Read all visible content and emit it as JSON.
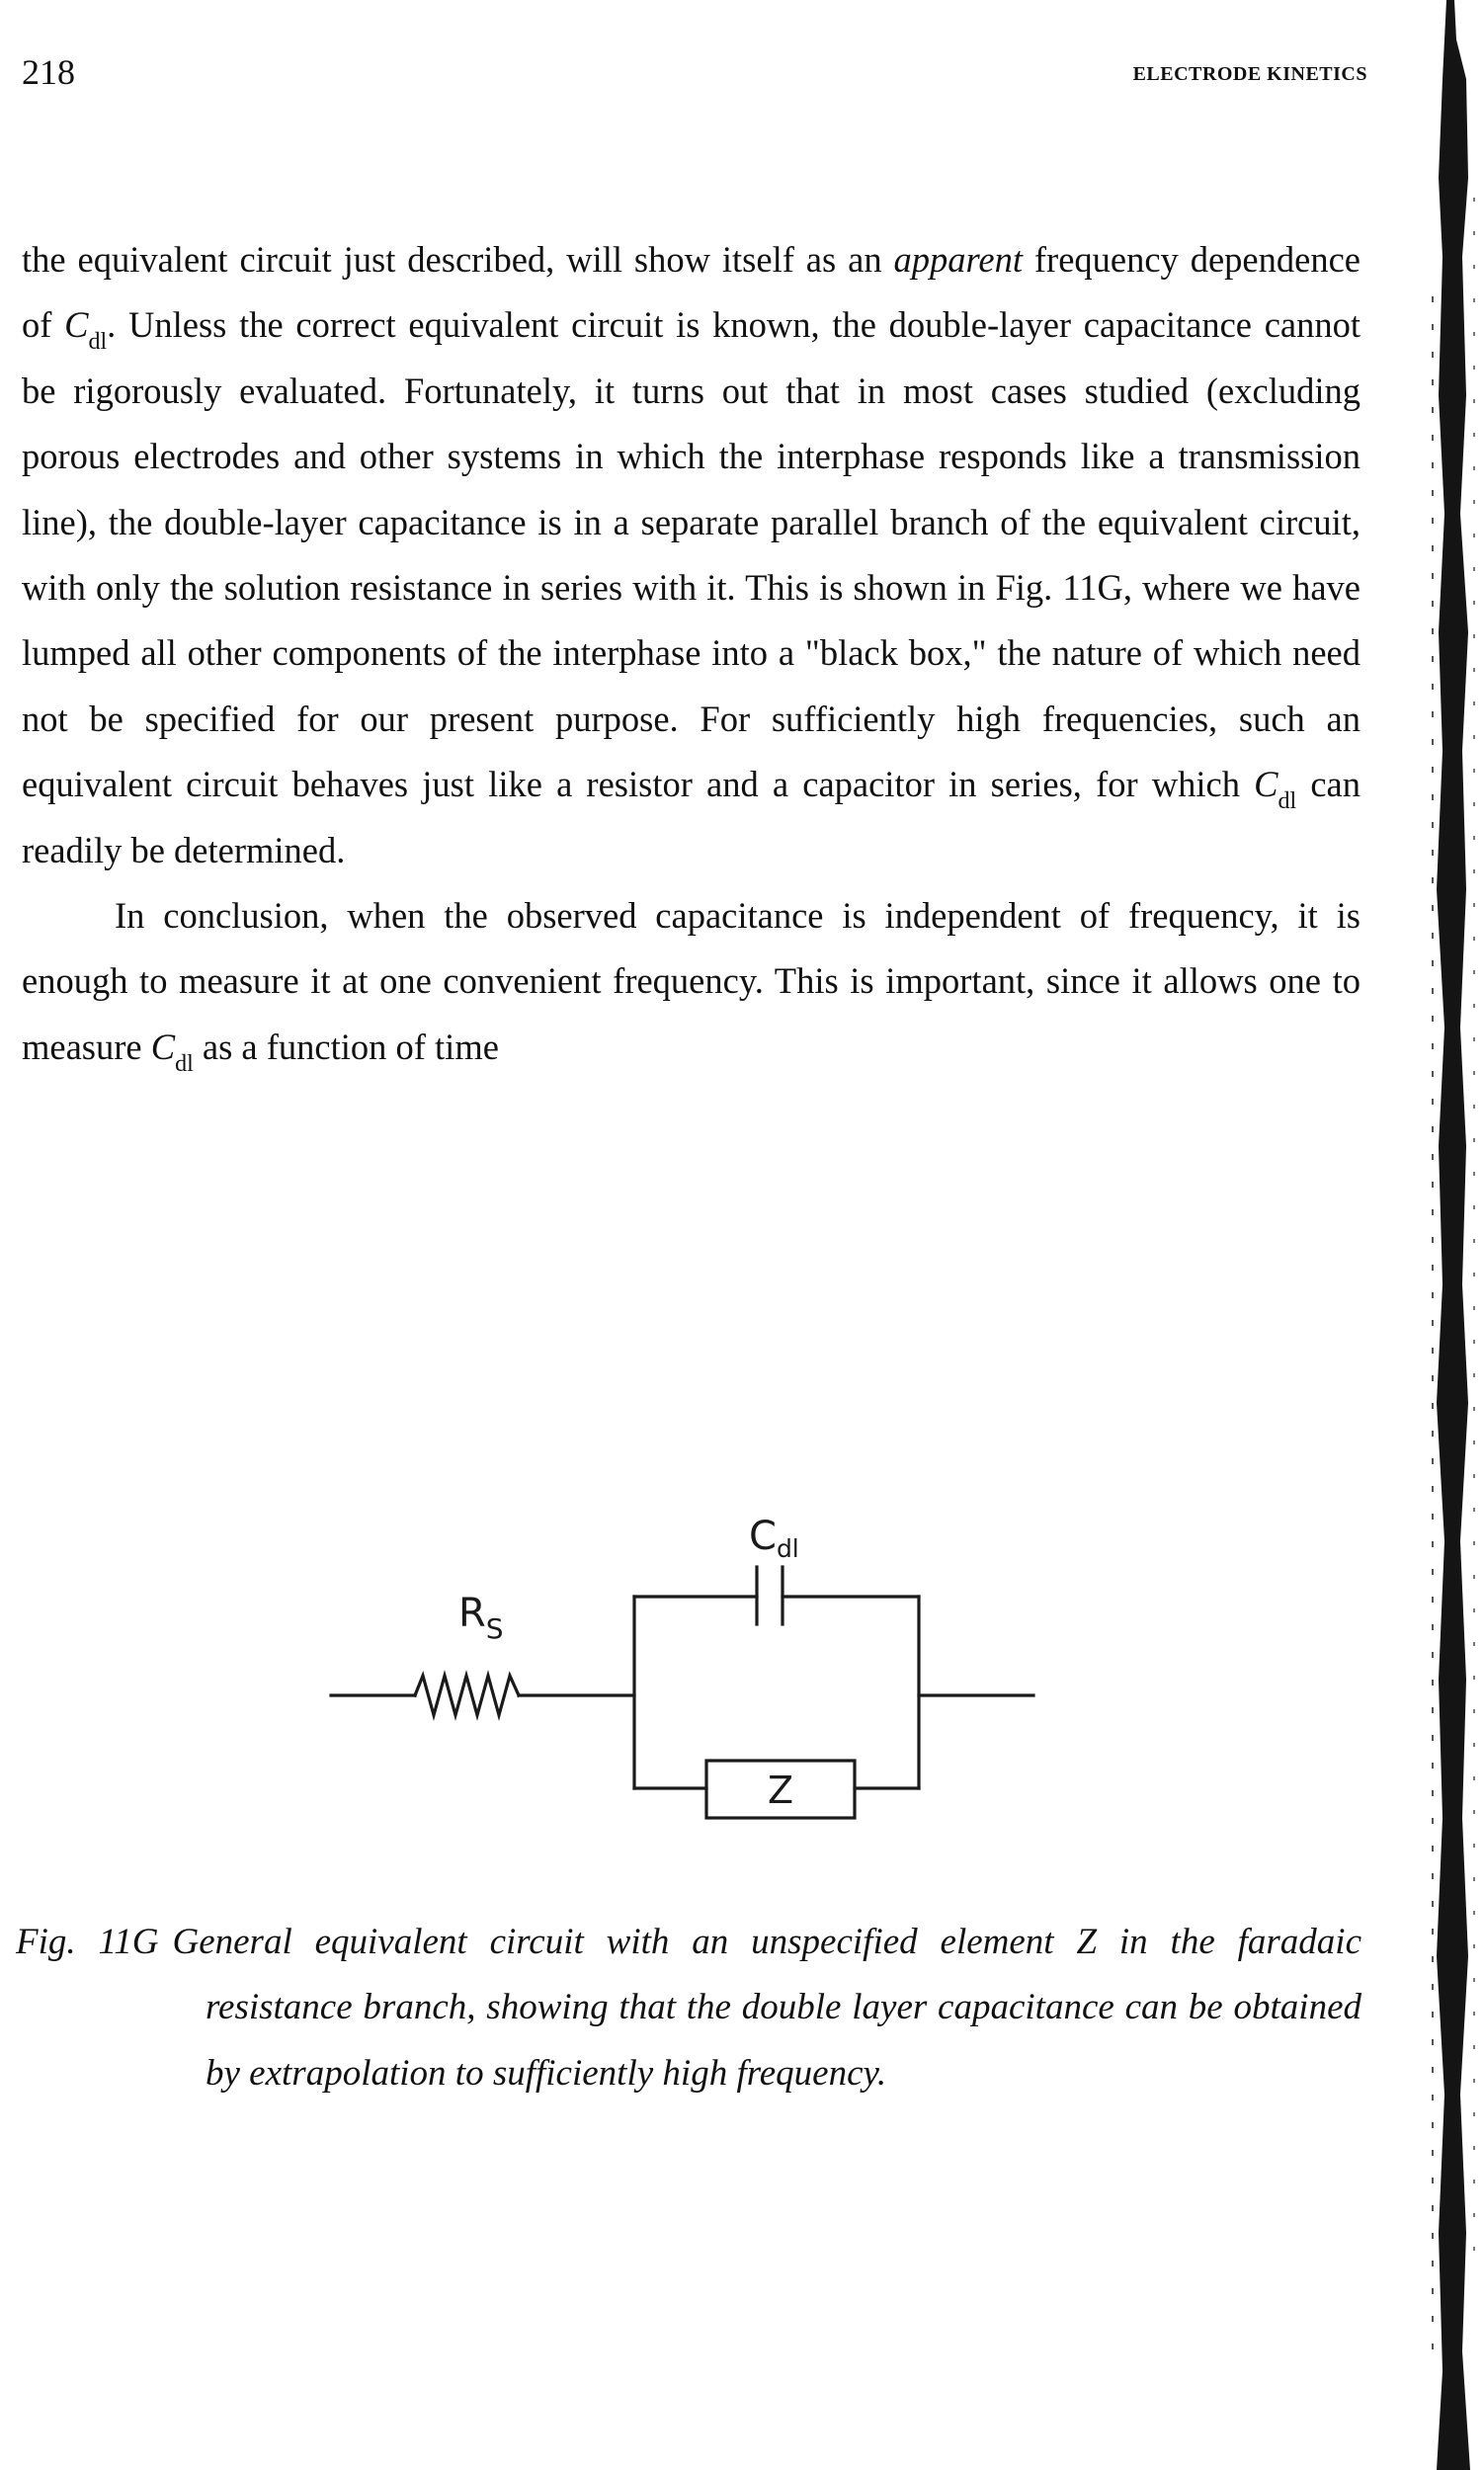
{
  "header": {
    "page_number": "218",
    "running_head": "ELECTRODE KINETICS"
  },
  "body": {
    "p1_a": "the equivalent circuit just described, will show itself as an ",
    "p1_apparent": "apparent",
    "p1_b": " frequency dependence of ",
    "p1_c": ".  Unless the correct equivalent circuit is known, the double-layer capacitance cannot be rigorously evaluated. Fortunately, it turns out that in most cases studied (excluding porous electrodes and other systems in which the interphase responds like a transmission line), the double-layer capacitance is in a separate parallel branch of the equivalent circuit, with only the solution resistance in series with it.  This is shown in Fig. 11G, where we have lumped all other components of the interphase into a \"black box,\" the nature of which need not be specified for our present purpose.  For sufficiently high frequencies, such an equivalent circuit behaves just like a resistor and a capacitor in series, for which ",
    "p1_d": " can readily be determined.",
    "p2_a": "In conclusion, when the observed capacitance is independent of frequency, it is enough to measure it at one convenient frequency.  This is important, since it allows one to measure ",
    "p2_b": " as a function of time",
    "sym_C": "C",
    "sym_dl": "dl"
  },
  "figure": {
    "cap_label_main": "C",
    "cap_label_sub": "dl",
    "res_label_main": "R",
    "res_label_sub": "S",
    "element_label": "Z"
  },
  "caption": {
    "label": "Fig. 11G",
    "text": "General equivalent circuit with an unspecified element Z in the faradaic resistance branch, showing that the double layer capacitance can be obtained by extrapolation to sufficiently high frequency."
  }
}
